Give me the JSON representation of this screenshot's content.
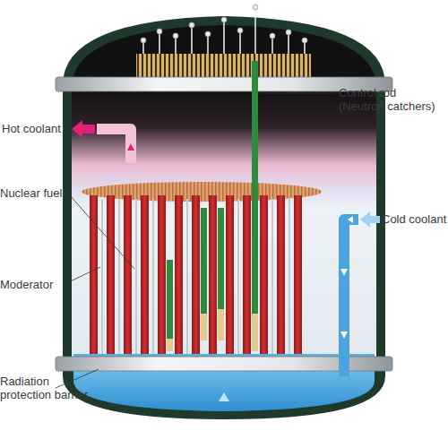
{
  "diagram": {
    "labels": [
      "Control rod (Neutron catchers)",
      "Hot coolant",
      "Nuclear fuel",
      "Cold coolant",
      "Moderator",
      "Radiation protection barrier"
    ]
  }
}
